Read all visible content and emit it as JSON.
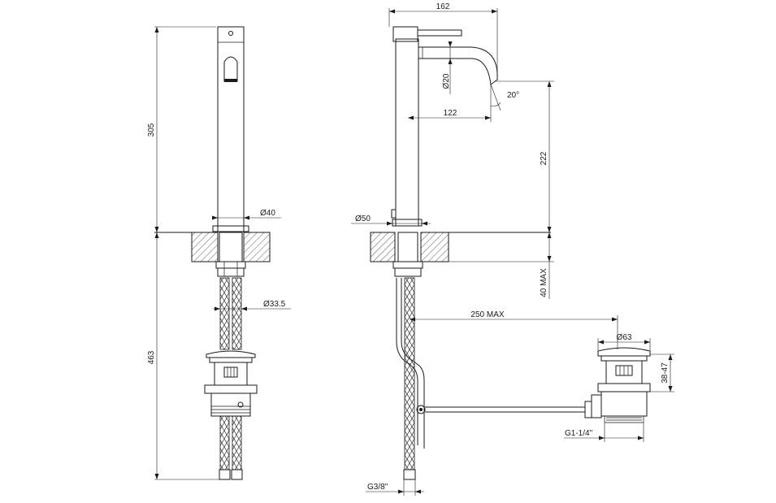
{
  "dimensions": {
    "front_body_height": "305",
    "front_total_height": "463",
    "front_body_diameter": "Ø40",
    "front_hose_diameter": "Ø33.5",
    "side_projection": "162",
    "side_spout_diameter": "Ø20",
    "side_spout_reach": "122",
    "side_spout_angle": "20°",
    "side_spout_height": "222",
    "side_base_diameter": "Ø50",
    "side_deck_thickness": "40 MAX",
    "side_drain_distance": "250 MAX",
    "side_waste_diameter": "Ø63",
    "side_waste_range": "38-47",
    "side_waste_thread": "G1-1/4\"",
    "side_hose_thread": "G3/8\""
  }
}
